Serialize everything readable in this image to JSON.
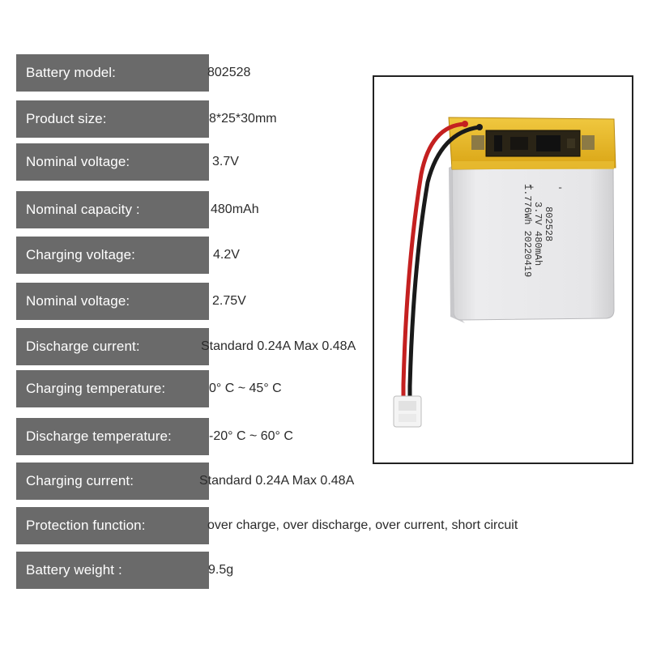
{
  "specs": [
    {
      "label": "Battery model:",
      "value": "802528"
    },
    {
      "label": "Product size:",
      "value": "8*25*30mm"
    },
    {
      "label": "Nominal voltage:",
      "value": "3.7V"
    },
    {
      "label": "Nominal capacity :",
      "value": "480mAh"
    },
    {
      "label": "Charging voltage:",
      "value": "4.2V"
    },
    {
      "label": "Nominal voltage:",
      "value": "2.75V"
    },
    {
      "label": "Discharge current:",
      "value": "Standard 0.24A Max 0.48A"
    },
    {
      "label": "Charging temperature:",
      "value": "0° C ~ 45° C"
    },
    {
      "label": "Discharge temperature:",
      "value": "-20° C ~ 60° C"
    },
    {
      "label": "Charging current:",
      "value": "Standard 0.24A Max 0.48A"
    },
    {
      "label": "Protection function:",
      "value": "over charge, over discharge, over current, short circuit"
    },
    {
      "label": "Battery weight :",
      "value": "9.5g"
    }
  ],
  "battery_photo": {
    "label_lines": [
      "802528",
      "3.7V 480mAh",
      "1.776Wh 20220419"
    ],
    "colors": {
      "tape": "#e3b322",
      "body": "#e4e4e6",
      "red_wire": "#c42020",
      "black_wire": "#1a1a1a"
    }
  }
}
